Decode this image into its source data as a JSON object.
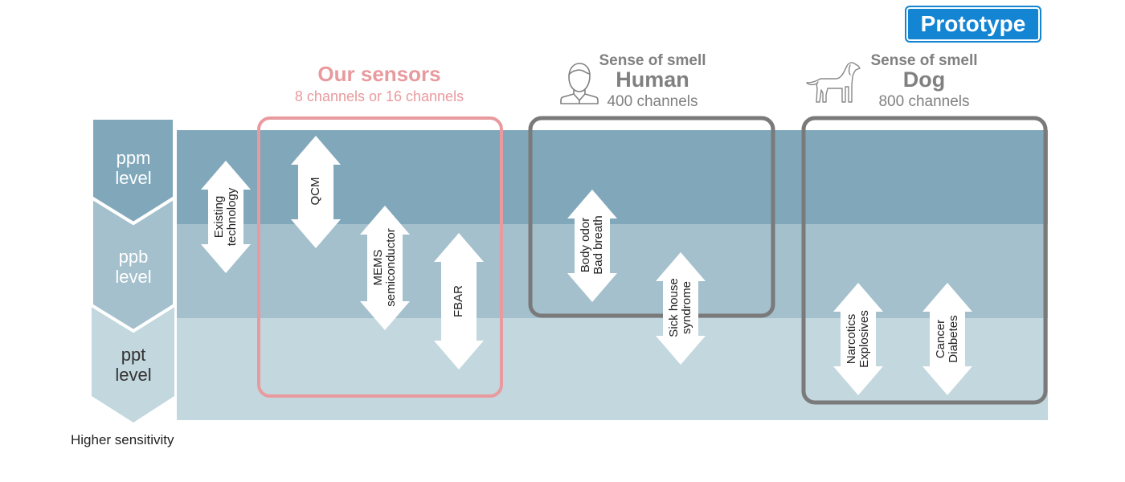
{
  "badge": {
    "label": "Prototype",
    "color": "#1485d3"
  },
  "levels": [
    {
      "name": "ppm",
      "suffix": "level",
      "color": "#80a8ba"
    },
    {
      "name": "ppb",
      "suffix": "level",
      "color": "#a3c0cc"
    },
    {
      "name": "ppt",
      "suffix": "level",
      "color": "#c3d7de"
    }
  ],
  "footer": {
    "label": "Higher sensitivity"
  },
  "existing": {
    "line1": "Existing",
    "line2": "technology"
  },
  "our_sensors": {
    "title": "Our sensors",
    "subtitle": "8 channels or 16 channels",
    "color": "#e89a9e",
    "items": [
      {
        "line1": "QCM",
        "line2": ""
      },
      {
        "line1": "MEMS",
        "line2": "semiconductor"
      },
      {
        "line1": "FBAR",
        "line2": ""
      }
    ]
  },
  "human": {
    "caption": "Sense of smell",
    "title": "Human",
    "channels": "400 channels",
    "icon": "person-icon",
    "items": [
      {
        "line1": "Body odor",
        "line2": "Bad breath"
      },
      {
        "line1": "Sick house",
        "line2": "syndrome"
      }
    ]
  },
  "dog": {
    "caption": "Sense of smell",
    "title": "Dog",
    "channels": "800 channels",
    "icon": "dog-icon",
    "items": [
      {
        "line1": "Narcotics",
        "line2": "Explosives"
      },
      {
        "line1": "Cancer",
        "line2": "Diabetes"
      }
    ]
  },
  "box_color": "#7a7a7a"
}
